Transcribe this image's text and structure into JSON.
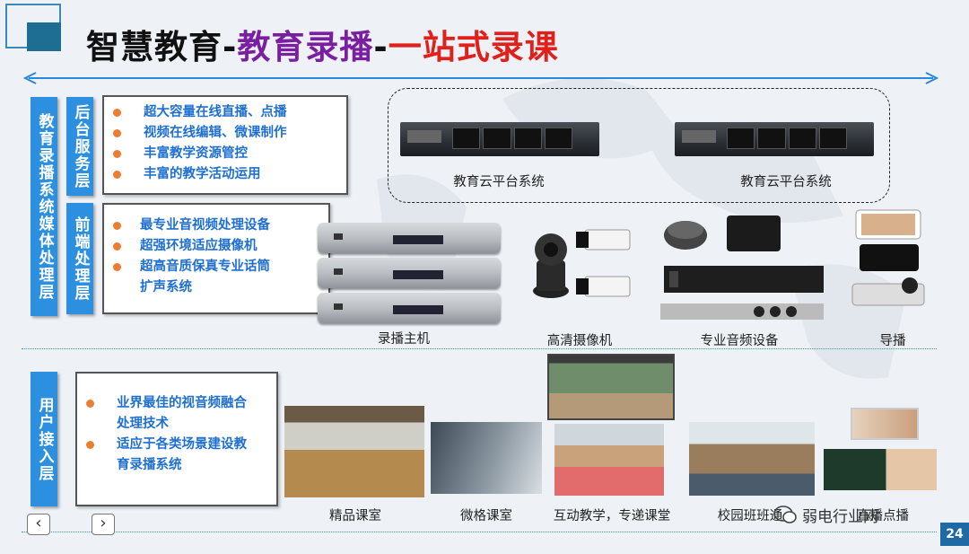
{
  "title": {
    "part1": "智慧教育",
    "dash1": "-",
    "part2": "教育录播",
    "dash2": "-",
    "part3": "一站式录课"
  },
  "side_labels": {
    "system_layer": "教育录播系统媒体处理层",
    "backend_layer": "后台服务层",
    "frontend_layer": "前端处理层",
    "user_layer": "用户接入层"
  },
  "backend_features": [
    "超大容量在线直播、点播",
    "视频在线编辑、微课制作",
    "丰富教学资源管控",
    "丰富的教学活动运用"
  ],
  "frontend_features": [
    "最专业音视频处理设备",
    "超强环境适应摄像机",
    "超高音质保真专业话筒"
  ],
  "frontend_features_cont": "扩声系统",
  "user_features": [
    {
      "line1": "业界最佳的视音频融合",
      "line2": "处理技术"
    },
    {
      "line1": "适应于各类场景建设教",
      "line2": "育录播系统"
    }
  ],
  "cloud": {
    "server1_label": "教育云平台系统",
    "server2_label": "教育云平台系统"
  },
  "equipment_captions": [
    "录播主机",
    "高清摄像机",
    "专业音频设备",
    "导播"
  ],
  "scene_captions": [
    "精品课室",
    "微格课室",
    "互动教学，专递课堂",
    "校园班班通",
    "直播点播"
  ],
  "watermark": "弱电行业网",
  "page_number": "24",
  "nav": {
    "prev": "‹",
    "next": "›"
  },
  "colors": {
    "accent_blue": "#2d8fe0",
    "title_purple": "#7b1fa2",
    "title_red": "#e0201b",
    "bullet_orange": "#ed7d31"
  }
}
